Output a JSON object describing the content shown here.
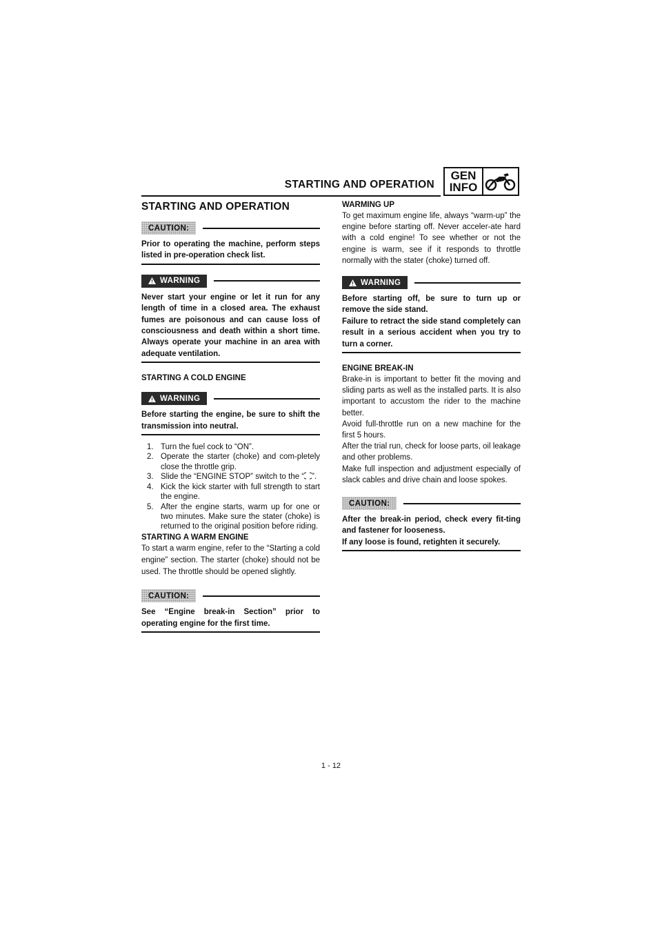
{
  "header": {
    "title": "STARTING AND OPERATION",
    "badge_line1": "GEN",
    "badge_line2": "INFO",
    "badge_icon": "motorcycle-icon"
  },
  "left": {
    "section_title": "STARTING AND OPERATION",
    "caution1": {
      "label": "CAUTION:",
      "text": "Prior to operating the machine, perform steps listed in pre-operation check list."
    },
    "warning1": {
      "label": "WARNING",
      "text": "Never start your engine or let it run for any length of time in a closed area. The exhaust fumes are poisonous and can cause loss of consciousness and death within a short time. Always operate your machine in an area with adequate ventilation."
    },
    "cold_engine": {
      "heading": "STARTING A COLD ENGINE",
      "warning": {
        "label": "WARNING",
        "text": "Before starting the engine, be sure to shift the transmission into neutral."
      },
      "steps": [
        {
          "num": "1.",
          "text": "Turn the fuel cock to “ON”."
        },
        {
          "num": "2.",
          "text": "Operate the starter (choke) and com-pletely close the throttle grip."
        },
        {
          "num": "3.",
          "text_before": "Slide the “ENGINE STOP” switch to the “",
          "text_after": "”."
        },
        {
          "num": "4.",
          "text": "Kick the kick starter with full strength to start the engine."
        },
        {
          "num": "5.",
          "text": "After the engine starts, warm up for one or two minutes. Make sure the stater (choke) is returned to the original position before riding."
        }
      ]
    },
    "warm_engine": {
      "heading": "STARTING A WARM ENGINE",
      "text": "To start a warm engine, refer to the “Starting a cold engine” section. The starter (choke) should not be used. The throttle should be opened slightly."
    },
    "caution2": {
      "label": "CAUTION:",
      "text": "See “Engine break-in Section” prior to operating engine for the first time."
    }
  },
  "right": {
    "warming_up": {
      "heading": "WARMING UP",
      "text": "To get maximum engine life, always “warm-up” the engine before starting off. Never acceler-ate hard with a cold engine! To see whether or not the engine is warm, see if it responds to throttle normally with the stater (choke) turned off."
    },
    "warning2": {
      "label": "WARNING",
      "line1": "Before starting off, be sure to turn up or remove the side stand.",
      "line2": "Failure to retract the side stand completely can result in a serious accident when you try to turn a corner."
    },
    "break_in": {
      "heading": "ENGINE BREAK-IN",
      "p1": "Brake-in is important to better fit the moving and sliding parts as well as the installed parts. It is also important to accustom the rider to the machine better.",
      "p2": "Avoid full-throttle run on a new machine for the first 5 hours.",
      "p3": "After the trial run, check for loose parts, oil leakage and other problems.",
      "p4": "Make full inspection and adjustment especially of slack cables and drive chain and loose spokes."
    },
    "caution3": {
      "label": "CAUTION:",
      "line1": "After the break-in period, check every fit-ting and fastener for looseness.",
      "line2": "If any loose is found, retighten it securely."
    }
  },
  "footer": {
    "page_number": "1 - 12"
  }
}
